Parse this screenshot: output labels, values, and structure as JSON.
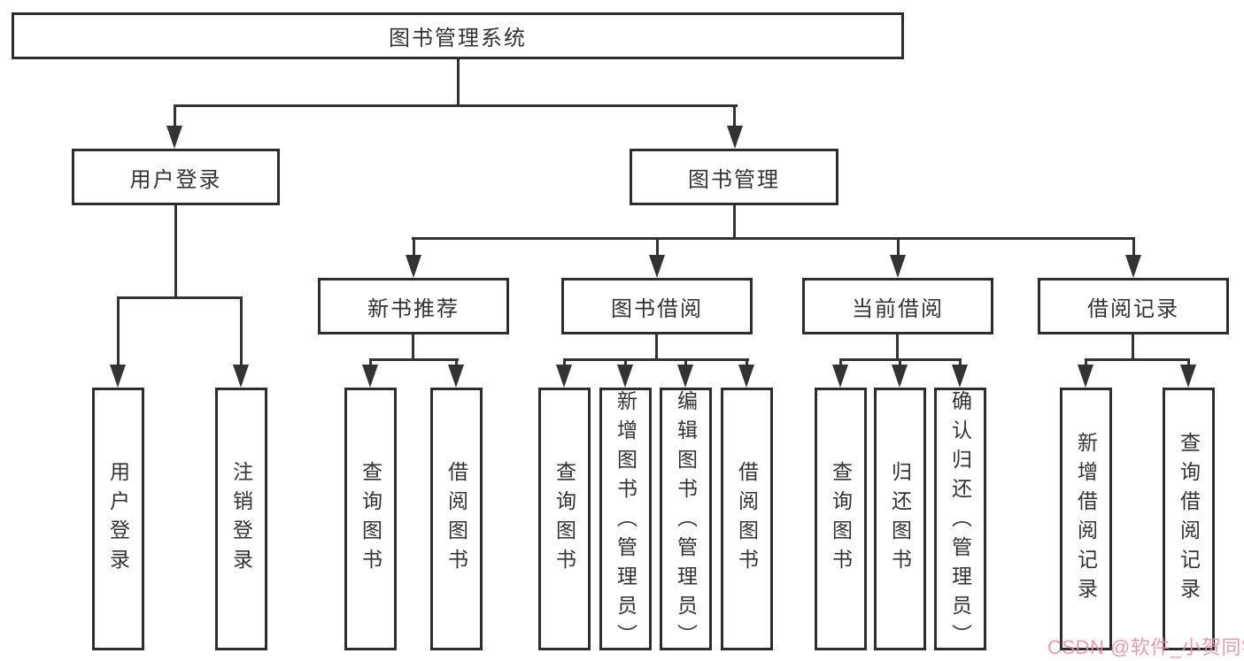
{
  "colors": {
    "page_bg": "#ffffff",
    "box_fill": "#ffffff",
    "border_color": "#2d2d2d",
    "line_color": "#333333",
    "text_color": "#333333",
    "watermark_color": "#f08c9e"
  },
  "watermark": {
    "text": "CSDN @软件_小贺同学"
  },
  "nodes": {
    "root": {
      "label": "图书管理系统"
    },
    "user_login": {
      "label": "用户登录"
    },
    "book_management": {
      "label": "图书管理"
    },
    "new_book_recommend": {
      "label": "新书推荐"
    },
    "book_borrowing": {
      "label": "图书借阅"
    },
    "current_borrowing": {
      "label": "当前借阅"
    },
    "borrowing_records": {
      "label": "借阅记录"
    },
    "leaf_user_login": {
      "label": "用户登录"
    },
    "leaf_logout": {
      "label": "注销登录"
    },
    "leaf_rec_query_book": {
      "label": "查询图书"
    },
    "leaf_rec_borrow_book": {
      "label": "借阅图书"
    },
    "leaf_bb_query_book": {
      "label": "查询图书"
    },
    "leaf_bb_add_book": {
      "label": "新增图书（管理员）"
    },
    "leaf_bb_edit_book": {
      "label": "编辑图书（管理员）"
    },
    "leaf_bb_borrow_book": {
      "label": "借阅图书"
    },
    "leaf_cb_query_book": {
      "label": "查询图书"
    },
    "leaf_cb_return_book": {
      "label": "归还图书"
    },
    "leaf_cb_confirm_return": {
      "label": "确认归还（管理员）"
    },
    "leaf_br_add_record": {
      "label": "新增借阅记录"
    },
    "leaf_br_query_record": {
      "label": "查询借阅记录"
    }
  },
  "hierarchy": {
    "图书管理系统": {
      "用户登录": [
        "用户登录",
        "注销登录"
      ],
      "图书管理": {
        "新书推荐": [
          "查询图书",
          "借阅图书"
        ],
        "图书借阅": [
          "查询图书",
          "新增图书（管理员）",
          "编辑图书（管理员）",
          "借阅图书"
        ],
        "当前借阅": [
          "查询图书",
          "归还图书",
          "确认归还（管理员）"
        ],
        "借阅记录": [
          "新增借阅记录",
          "查询借阅记录"
        ]
      }
    }
  }
}
